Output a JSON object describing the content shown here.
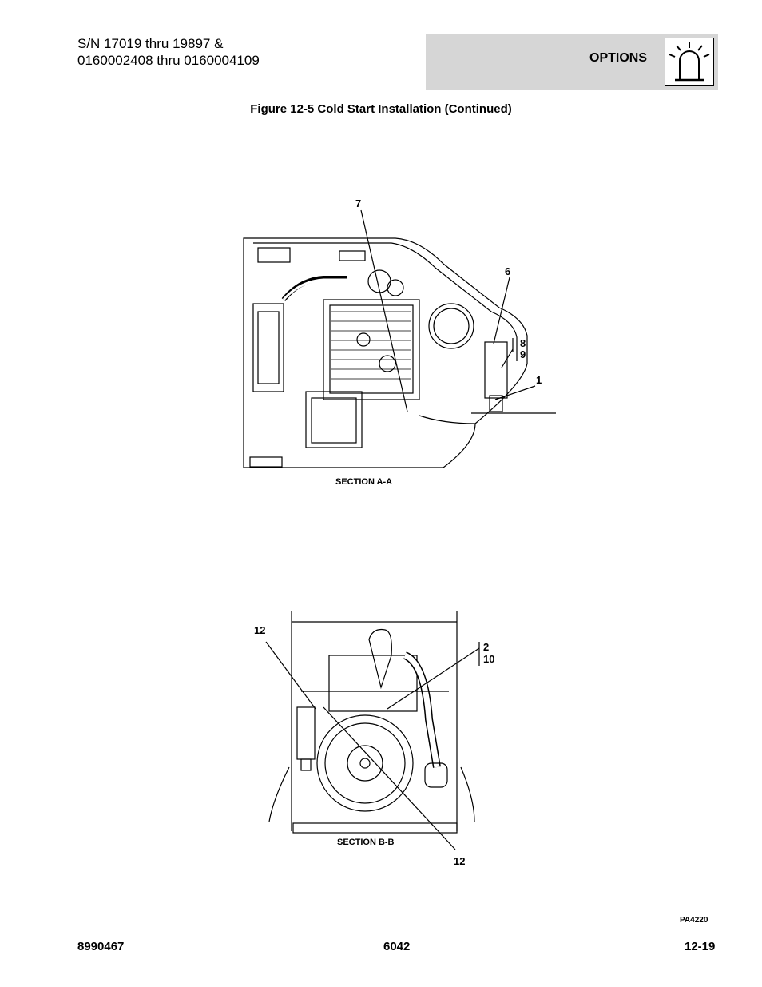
{
  "header": {
    "serial_line1": "S/N 17019 thru 19897 &",
    "serial_line2": "0160002408 thru 0160004109",
    "section_tab": "OPTIONS",
    "tab_icon": "warning-beacon-icon"
  },
  "figure": {
    "title": "Figure 12-5 Cold Start Installation (Continued)",
    "section_a": {
      "label": "SECTION A-A",
      "callouts": {
        "c7": "7",
        "c6": "6",
        "c8": "8",
        "c9": "9",
        "c1": "1"
      }
    },
    "section_b": {
      "label": "SECTION B-B",
      "callouts": {
        "c12_top": "12",
        "c2": "2",
        "c10": "10",
        "c12_bottom": "12"
      }
    },
    "drawing_id": "PA4220"
  },
  "footer": {
    "doc_number": "8990467",
    "model": "6042",
    "page": "12-19"
  }
}
